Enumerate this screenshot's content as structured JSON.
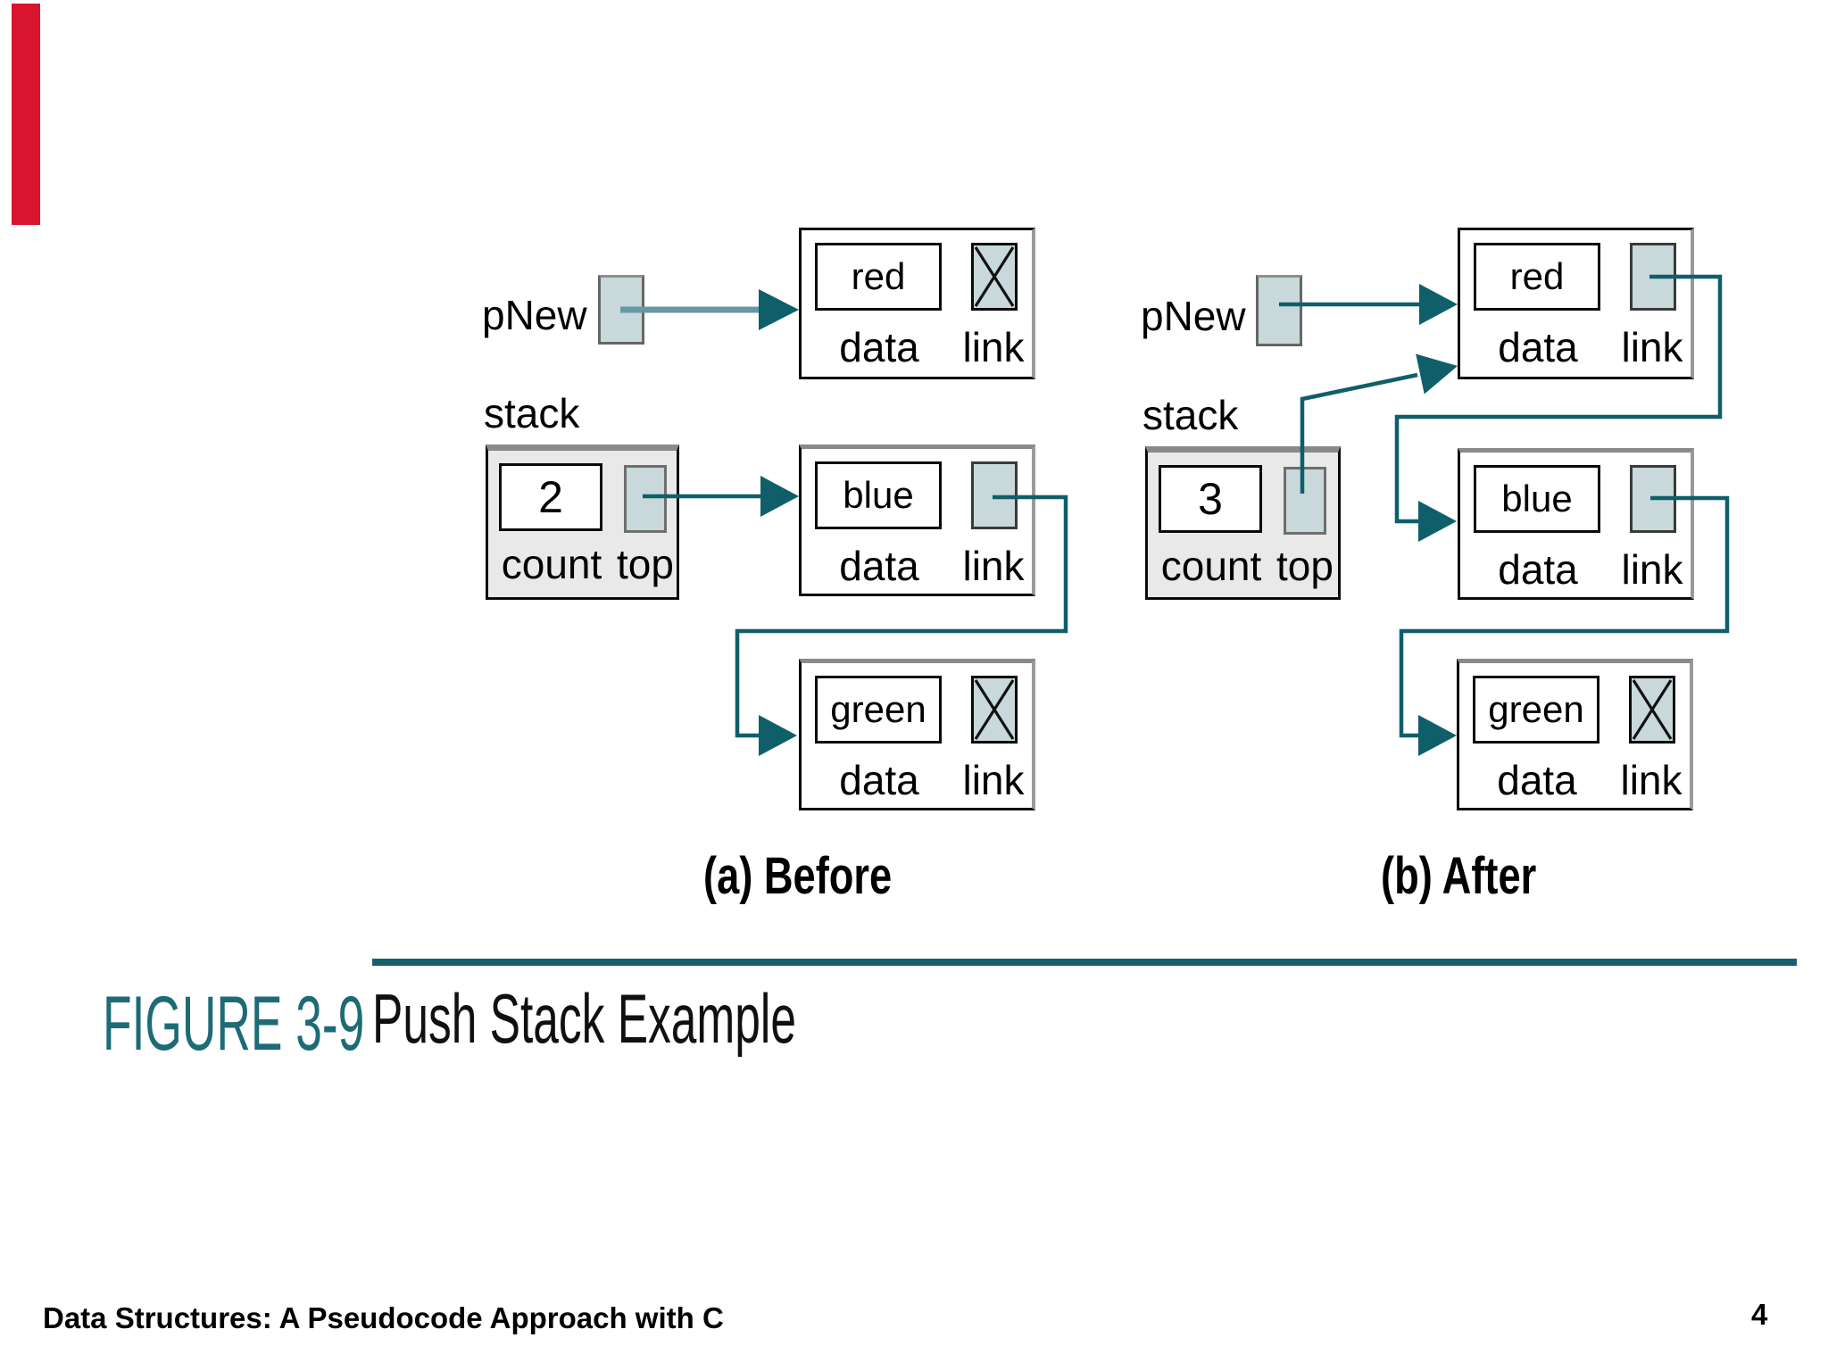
{
  "slide": {
    "footer_text": "Data Structures: A Pseudocode Approach with C",
    "page_number": "4"
  },
  "caption": {
    "figure_label": "FIGURE 3-9",
    "figure_title": "Push Stack Example"
  },
  "diagram": {
    "panels": [
      {
        "caption": "(a) Before",
        "pnew_label": "pNew",
        "stack_label": "stack",
        "count_value": "2",
        "count_label": "count",
        "top_label": "top",
        "data_label": "data",
        "link_label": "link",
        "nodes": [
          {
            "value": "red",
            "link_null": true
          },
          {
            "value": "blue",
            "link_null": false
          },
          {
            "value": "green",
            "link_null": true
          }
        ]
      },
      {
        "caption": "(b) After",
        "pnew_label": "pNew",
        "stack_label": "stack",
        "count_value": "3",
        "count_label": "count",
        "top_label": "top",
        "data_label": "data",
        "link_label": "link",
        "nodes": [
          {
            "value": "red",
            "link_null": false
          },
          {
            "value": "blue",
            "link_null": false
          },
          {
            "value": "green",
            "link_null": true
          }
        ]
      }
    ]
  },
  "colors": {
    "teal_line": "#0e5f6a",
    "teal_light_line": "#6699a4",
    "link_field_fill": "#c9d8da",
    "stack_box_fill": "#e9e9e9",
    "caption_teal": "#1d6b76",
    "rule_teal": "#14606c",
    "accent_red": "#d8142f"
  }
}
